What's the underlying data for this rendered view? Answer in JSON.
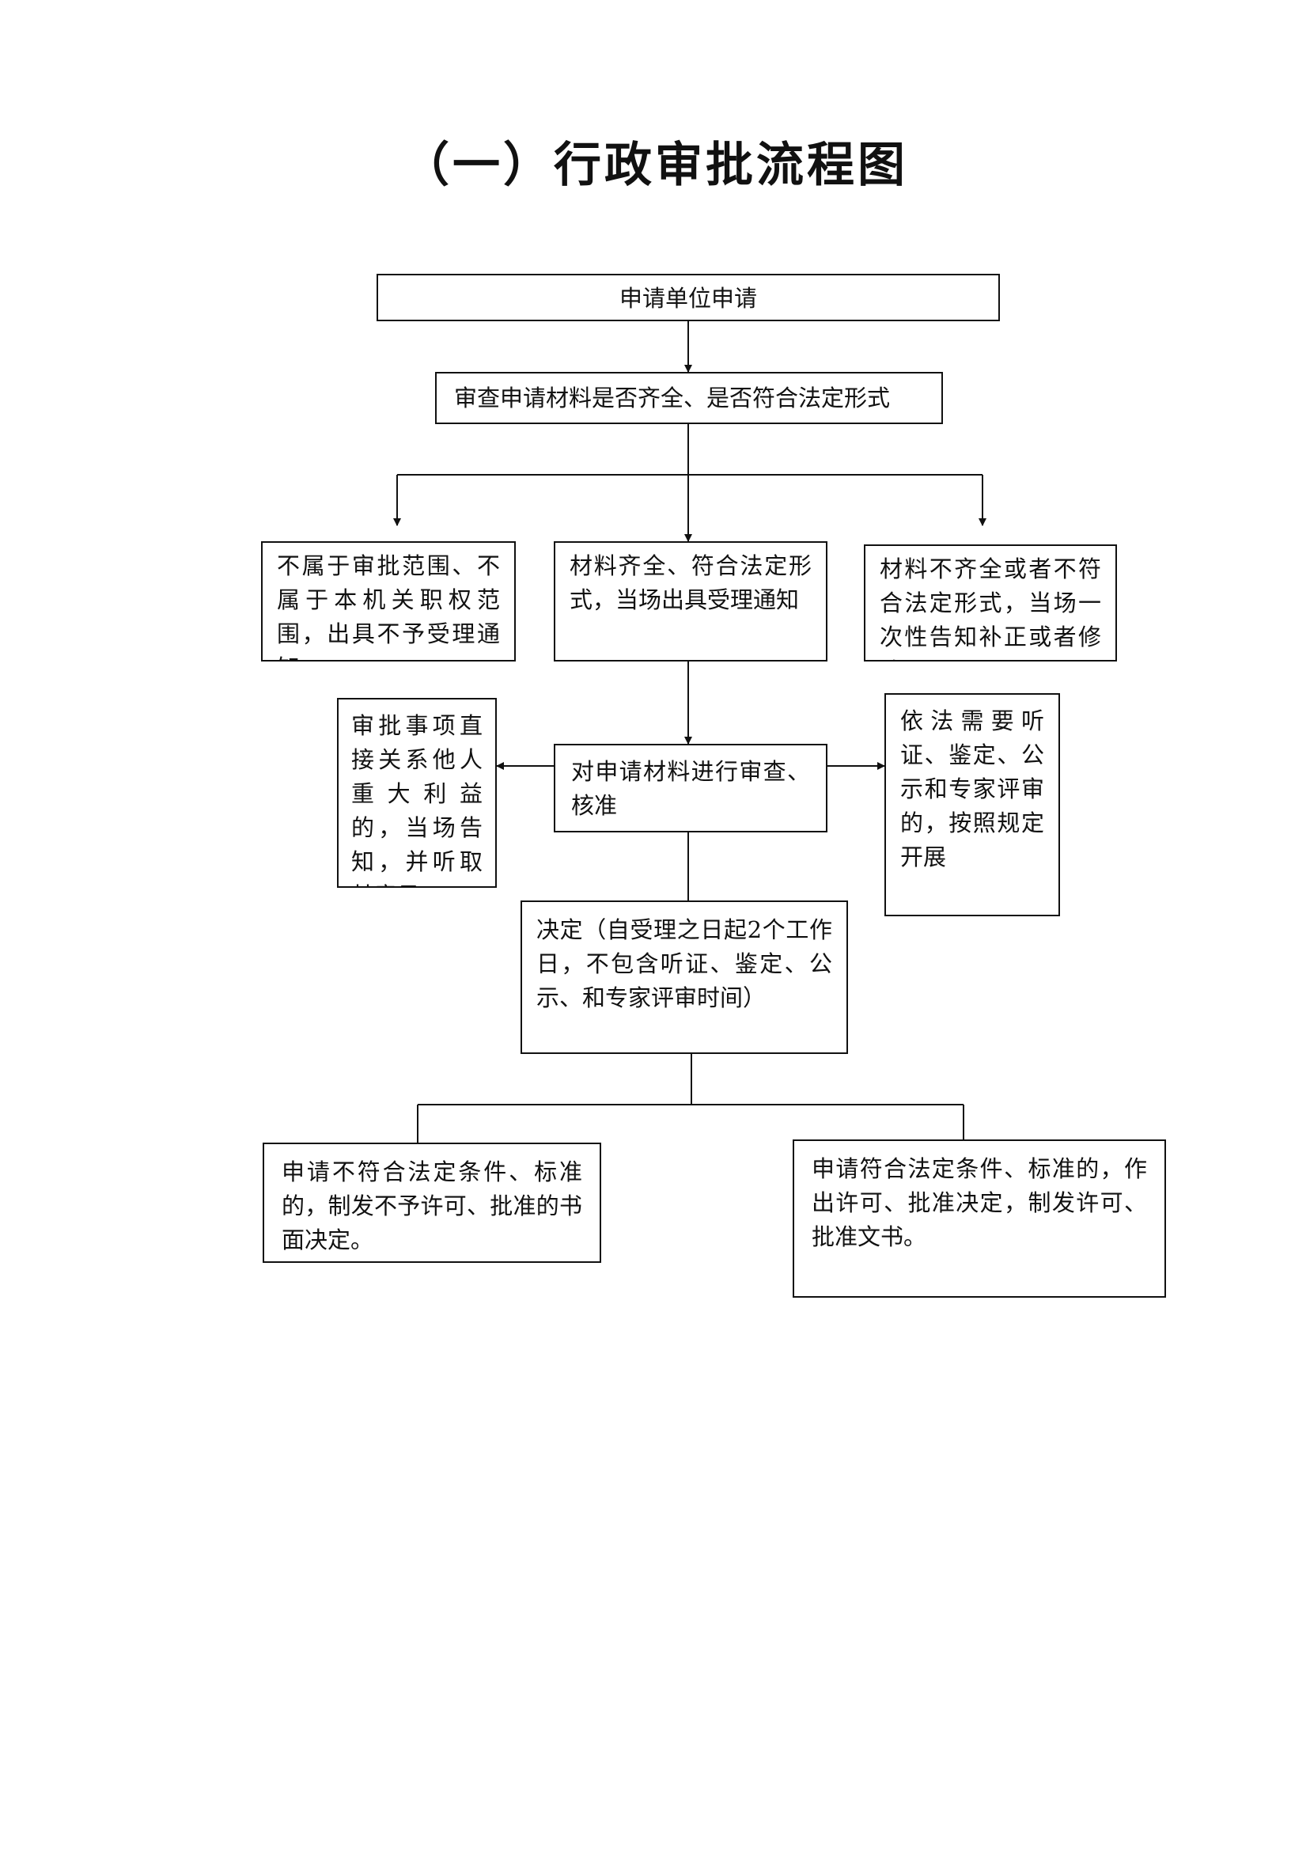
{
  "title": "（一）行政审批流程图",
  "steps": {
    "apply": "申请单位申请",
    "review_form": "审查申请材料是否齐全、是否符合法定形式",
    "not_in_scope": "不属于审批范围、不属于本机关职权范围，出具不予受理通知",
    "complete": "材料齐全、符合法定形式，当场出具受理通知",
    "incomplete": "材料不齐全或者不符合法定形式，当场一次性告知补正或者修改",
    "interest": "审批事项直接关系他人重大利益的，当场告知，并听取其意见。",
    "examine": "对申请材料进行审查、核准",
    "hearing": "依法需要听证、鉴定、公示和专家评审的，按照规定开展",
    "decision": "决定（自受理之日起2个工作日，不包含听证、鉴定、公示、和专家评审时间）",
    "reject": "申请不符合法定条件、标准的，制发不予许可、批准的书面决定。",
    "approve": "申请符合法定条件、标准的，作出许可、批准决定，制发许可、批准文书。"
  }
}
